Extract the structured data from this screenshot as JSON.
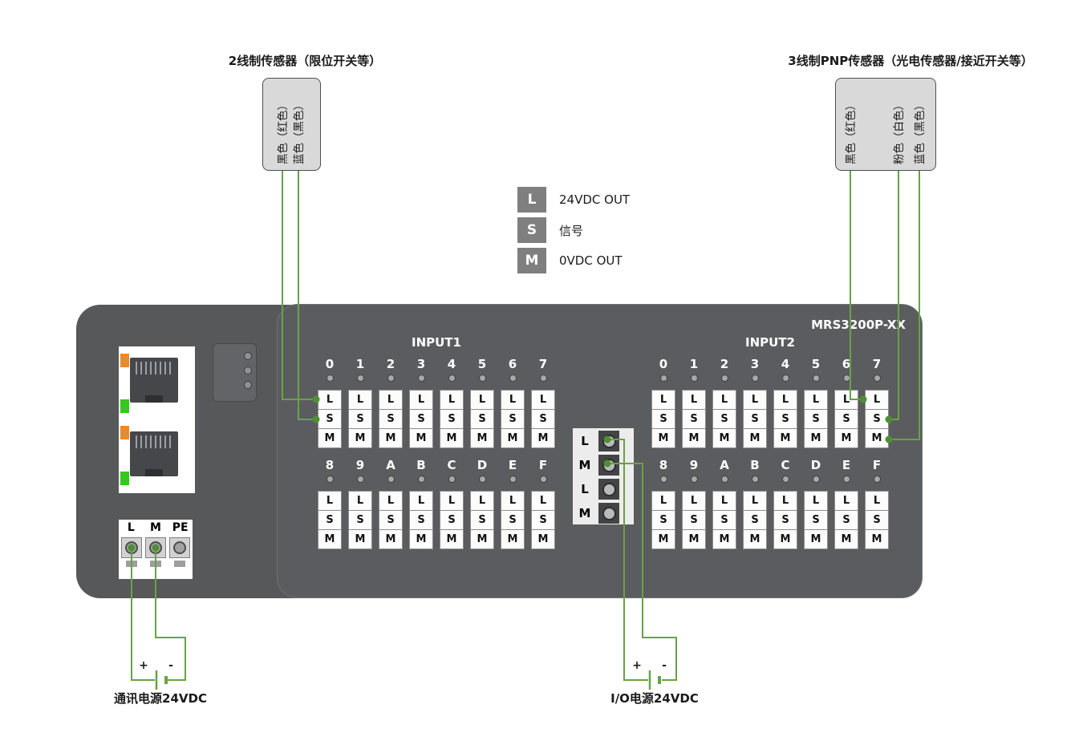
{
  "sensor2": {
    "title": "2线制传感器（限位开关等）",
    "wire_labels": [
      "黑色（红色）",
      "蓝色（黑色）"
    ]
  },
  "sensor3": {
    "title": "3线制PNP传感器（光电传感器/接近开关等）",
    "wire_labels": [
      "黑色（红色）",
      "粉色（白色）",
      "蓝色（黑色）"
    ]
  },
  "legend": {
    "items": [
      {
        "key": "L",
        "label": "24VDC OUT"
      },
      {
        "key": "S",
        "label": "信号"
      },
      {
        "key": "M",
        "label": "0VDC OUT"
      }
    ]
  },
  "device": {
    "model": "MRS3200P-XX",
    "power_terminal_labels": [
      "L",
      "M",
      "PE"
    ],
    "terminal_letters": [
      "L",
      "S",
      "M"
    ],
    "io_power_block_letters": [
      "L",
      "M",
      "L",
      "M"
    ],
    "inputs": [
      {
        "title": "INPUT1",
        "rows": [
          [
            "0",
            "1",
            "2",
            "3",
            "4",
            "5",
            "6",
            "7"
          ],
          [
            "8",
            "9",
            "A",
            "B",
            "C",
            "D",
            "E",
            "F"
          ]
        ]
      },
      {
        "title": "INPUT2",
        "rows": [
          [
            "0",
            "1",
            "2",
            "3",
            "4",
            "5",
            "6",
            "7"
          ],
          [
            "8",
            "9",
            "A",
            "B",
            "C",
            "D",
            "E",
            "F"
          ]
        ]
      }
    ]
  },
  "power": {
    "comm_label": "通讯电源24VDC",
    "io_label": "I/O电源24VDC",
    "plus": "+",
    "minus": "-"
  },
  "colors": {
    "wire_green": "#69a244",
    "dot_green": "#4e8f33",
    "device_gray": "#58595b",
    "led_orange": "#e88a2e",
    "led_green": "#35c81e"
  }
}
